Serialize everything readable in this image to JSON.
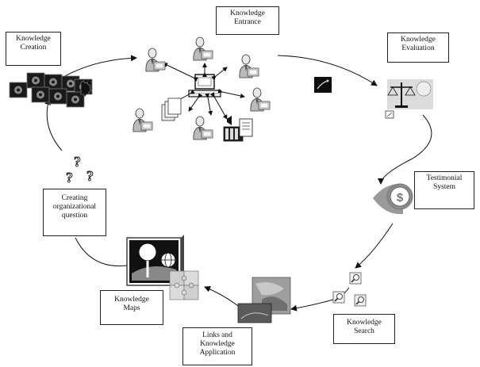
{
  "nodes": {
    "knowledge_creation": {
      "line1": "Knowledge",
      "line2": "Creation"
    },
    "knowledge_entrance": {
      "line1": "Knowledge",
      "line2": "Entrance"
    },
    "knowledge_evaluation": {
      "line1": "Knowledge",
      "line2": "Evaluation"
    },
    "testimonial_system": {
      "line1": "Testimonial",
      "line2": "System"
    },
    "knowledge_search": {
      "line1": "Knowledge",
      "line2": "Search"
    },
    "links_application": {
      "line1": "Links and",
      "line2": "Knowledge",
      "line3": "Application"
    },
    "knowledge_maps": {
      "line1": "Knowledge",
      "line2": "Maps"
    },
    "creating_question": {
      "line1": "Creating",
      "line2": "organizational",
      "line3": "question"
    }
  },
  "icons": {
    "creation": "gears-icon",
    "entrance_hub": "computer-icon",
    "entrance_people": "person-icon",
    "entrance_documents": "documents-icon",
    "entrance_media": "media-icon",
    "entrance_dark": "dark-tile-icon",
    "evaluation": "scales-icon",
    "testimonial": "dollar-icon",
    "search": "magnifier-icon",
    "links": "photo-collage-icon",
    "maps": "map-tree-icon",
    "puzzle": "puzzle-icon",
    "questions": "question-marks-icon"
  }
}
